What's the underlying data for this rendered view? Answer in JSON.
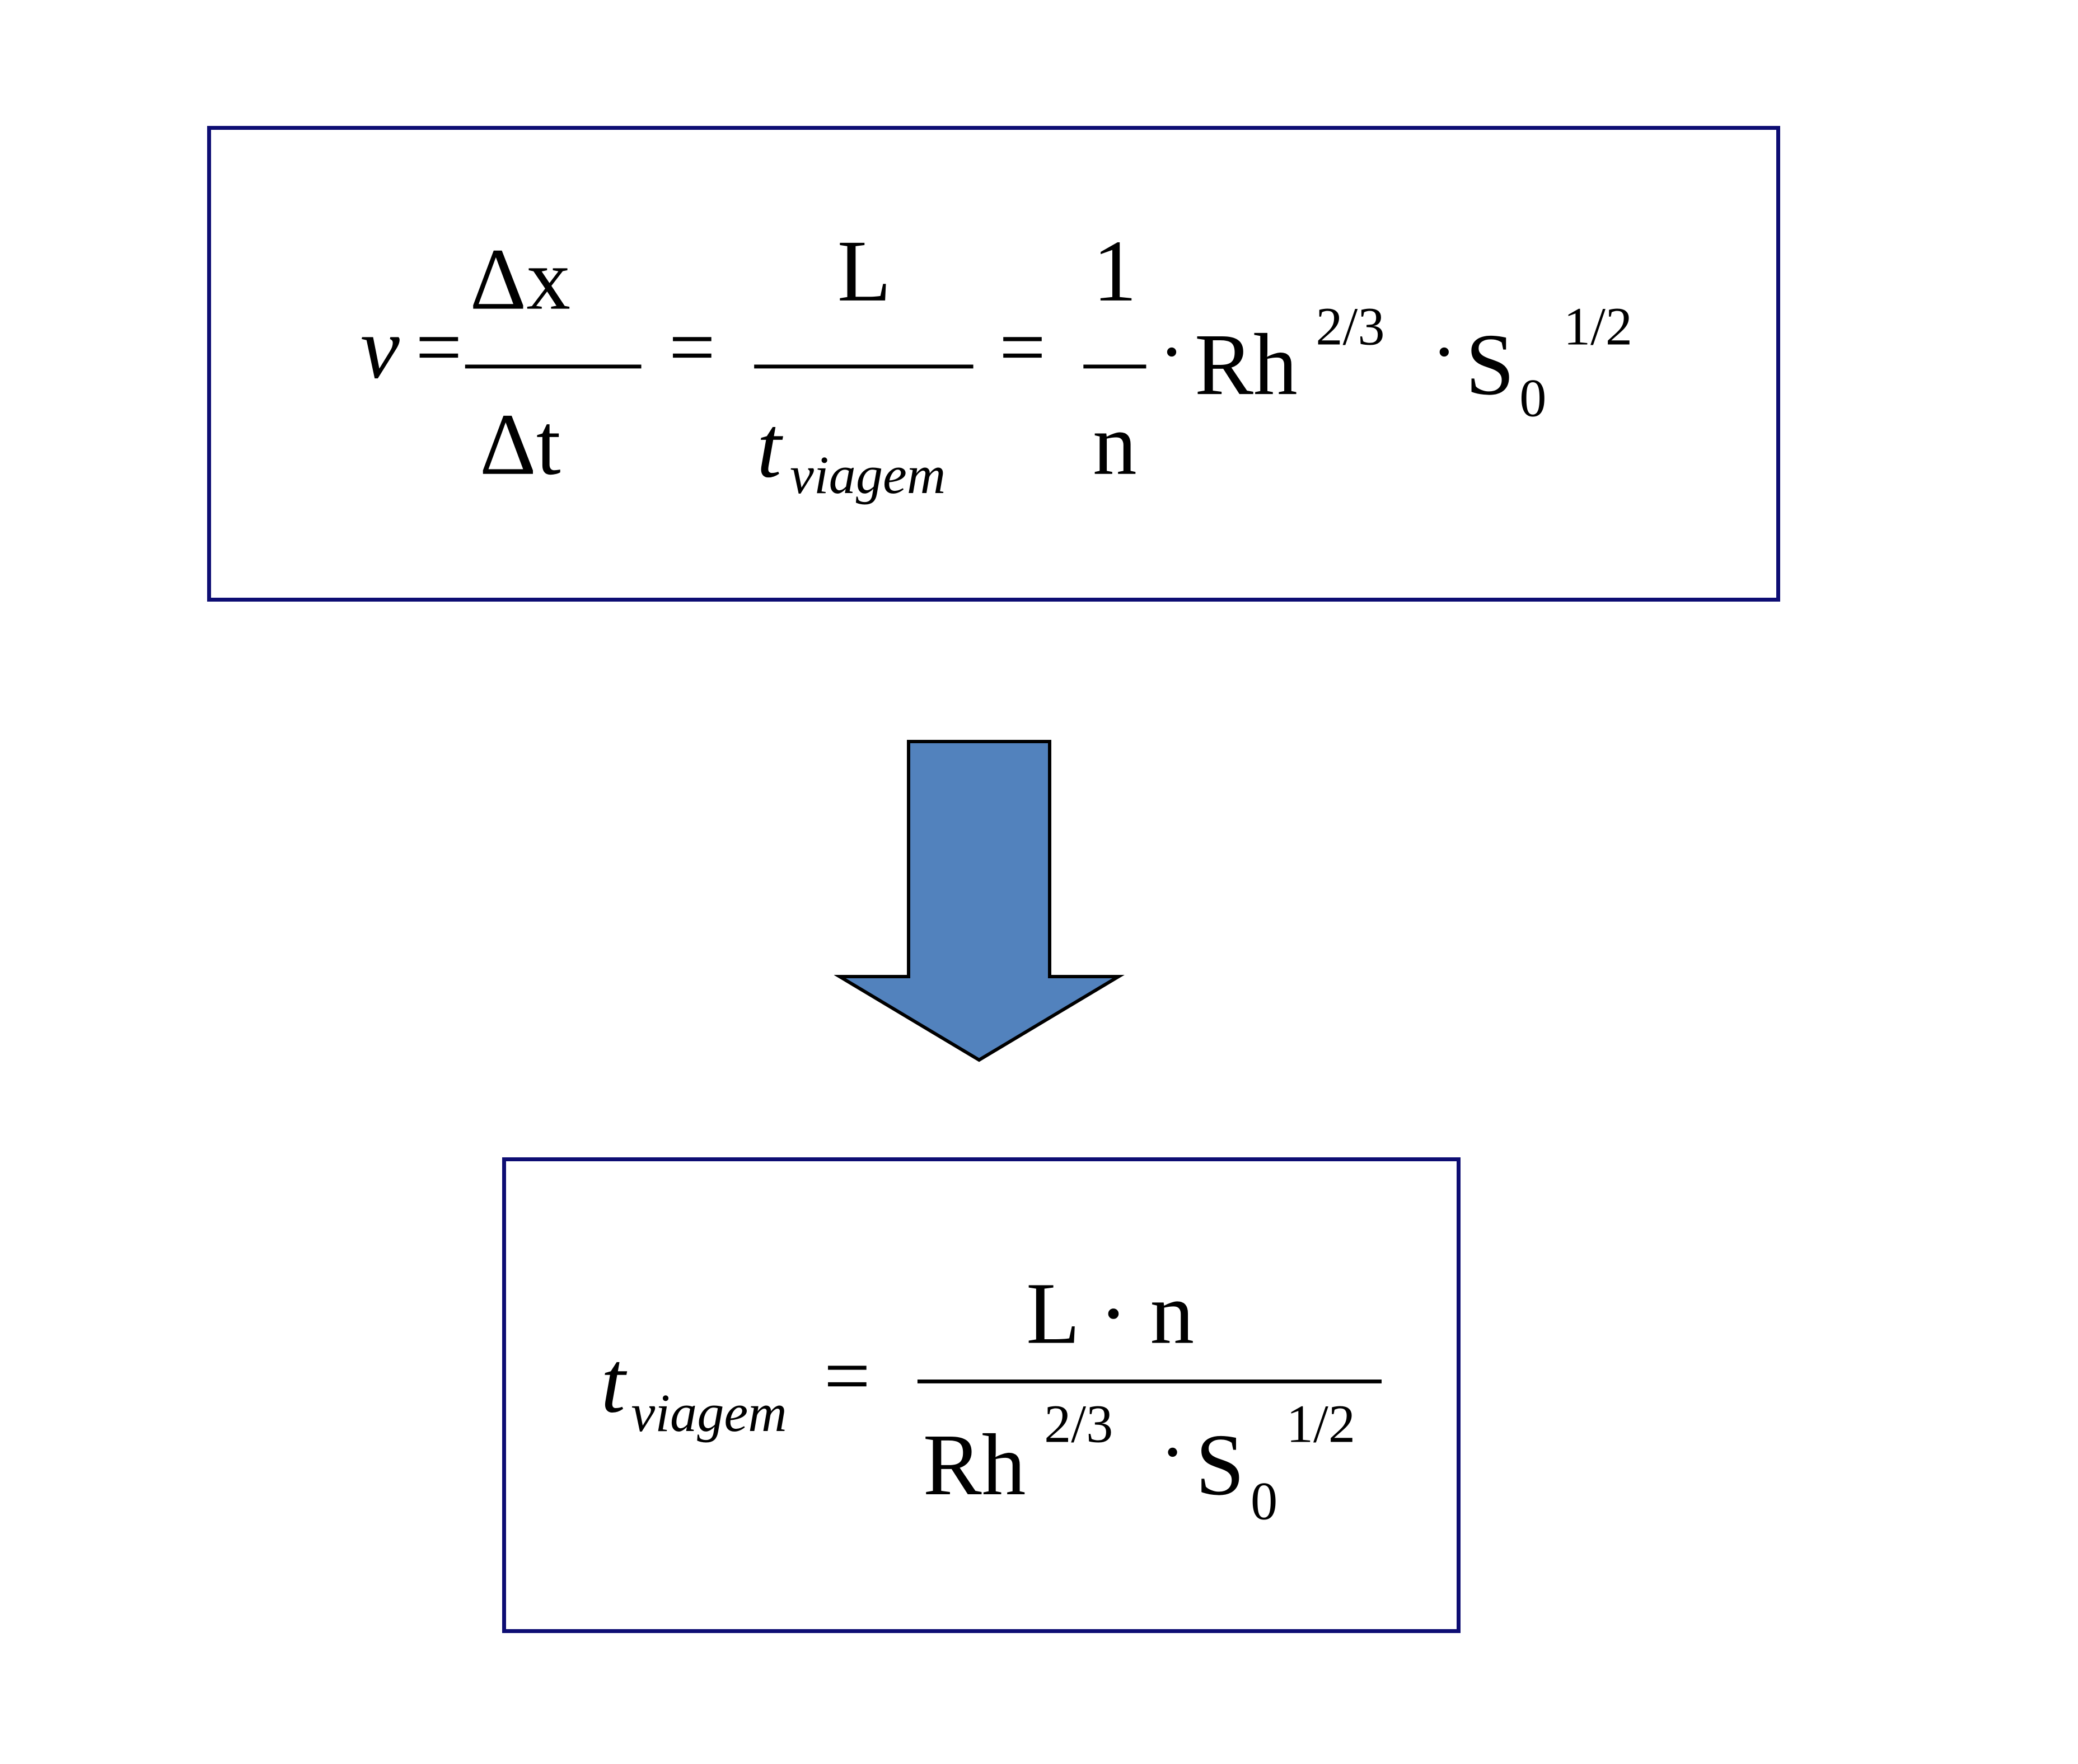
{
  "colors": {
    "box_border": "#0d0d73",
    "arrow_fill": "#5282bd",
    "arrow_stroke": "#000000",
    "text": "#000000"
  },
  "equation_top": {
    "v": "v",
    "eq1": "=",
    "f1_num": "Δx",
    "f1_den": "Δt",
    "eq2": "=",
    "f2_num": "L",
    "f2_den_t": "t",
    "f2_den_sub": "viagem",
    "eq3": "=",
    "f3_num": "1",
    "f3_den": "n",
    "dot1": "·",
    "rh": "Rh",
    "rh_exp": "2/3",
    "dot2": "·",
    "s": "S",
    "s_sub": "0",
    "s_exp": "1/2"
  },
  "arrow": {
    "icon": "down-arrow-icon"
  },
  "equation_bottom": {
    "t": "t",
    "t_sub": "viagem",
    "eq": "=",
    "num": "L · n",
    "den_rh": "Rh",
    "den_rh_exp": "2/3",
    "den_dot": "·",
    "den_s": "S",
    "den_s_sub": "0",
    "den_s_exp": "1/2"
  }
}
